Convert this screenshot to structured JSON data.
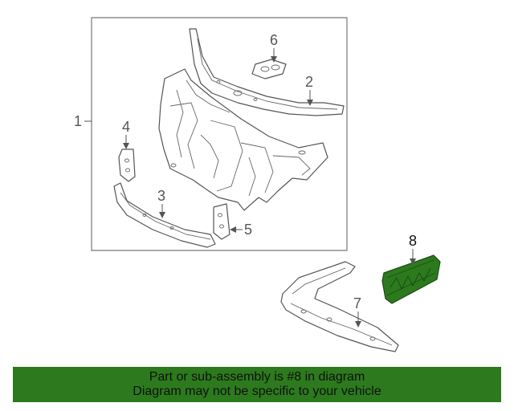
{
  "callouts": [
    "1",
    "2",
    "3",
    "4",
    "5",
    "6",
    "7",
    "8"
  ],
  "highlighted_part": "8",
  "colors": {
    "highlight": "#2c7a1d",
    "line": "#555555",
    "banner_text": "#111111"
  },
  "banner": {
    "line1": "Part or sub-assembly is #8 in diagram",
    "line2": "Diagram may not be specific to your vehicle"
  }
}
